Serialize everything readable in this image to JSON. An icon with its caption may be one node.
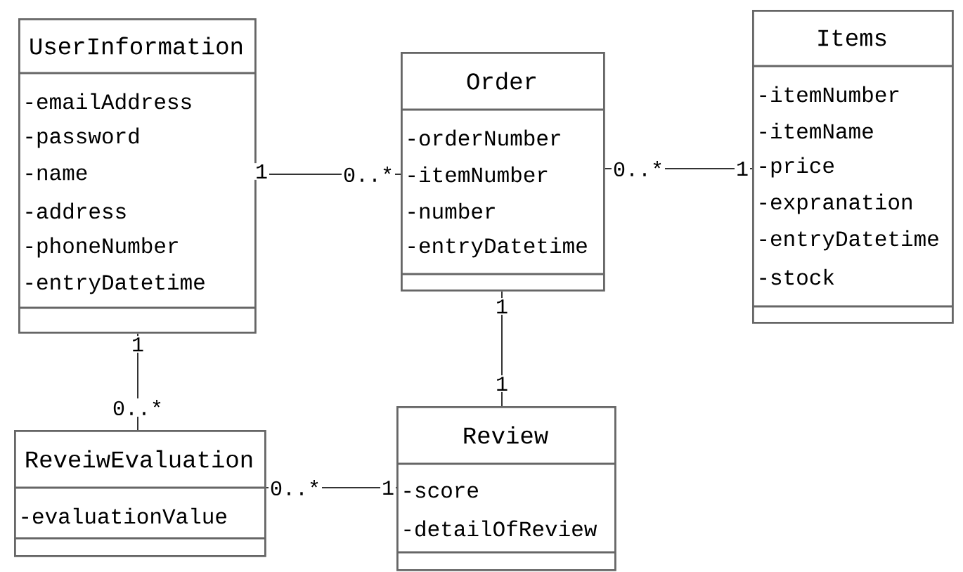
{
  "diagram": {
    "nodes": [
      {
        "text": [
          "UserInformation",
          "-emailAddress",
          "-password",
          "-name",
          "-address",
          "-phoneNumber",
          "-entryDatetime"
        ]
      },
      {
        "text": [
          "Order",
          "-orderNumber",
          "-itemNumber",
          "-number",
          "-entryDatetime"
        ]
      },
      {
        "text": [
          "Items",
          "-itemNumber",
          "-itemName",
          "-price",
          "-expranation",
          "-entryDatetime",
          "-stock"
        ]
      },
      {
        "text": [
          "ReveiwEvaluation",
          "-evaluationValue"
        ]
      },
      {
        "text": [
          "Review",
          "-score",
          "-detailOfReview"
        ]
      }
    ],
    "edges": [
      {
        "from": 0,
        "to": 1,
        "arrow": "none"
      },
      {
        "from": 1,
        "to": 2,
        "arrow": "none"
      },
      {
        "from": 0,
        "to": 3,
        "arrow": "none"
      },
      {
        "from": 1,
        "to": 4,
        "arrow": "none"
      },
      {
        "from": 3,
        "to": 4,
        "arrow": "none"
      }
    ],
    "labels": [
      "1",
      "0..*",
      "0..*",
      "1",
      "1",
      "1",
      "0..*",
      "1",
      "0..*",
      "1"
    ]
  }
}
